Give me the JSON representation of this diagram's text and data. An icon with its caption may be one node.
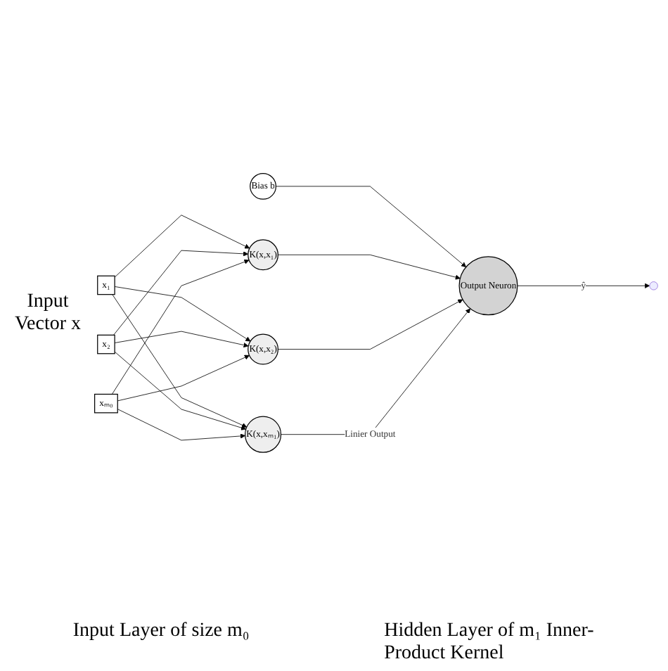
{
  "diagram": {
    "nodes": [
      {
        "text": [
          "Bias b"
        ]
      },
      {
        "text": [
          "x₁"
        ]
      },
      {
        "text": [
          "x₂"
        ]
      },
      {
        "text": [
          "xₘ₀"
        ]
      },
      {
        "text": [
          "K(x,x₁)"
        ]
      },
      {
        "text": [
          "K(x,x₂)"
        ]
      },
      {
        "text": [
          "K(x,xₘ₁)"
        ]
      },
      {
        "text": [
          "Output Neuron"
        ]
      }
    ],
    "edges": [
      {
        "from": 1,
        "to": 4,
        "arrow": "to"
      },
      {
        "from": 1,
        "to": 5,
        "arrow": "to"
      },
      {
        "from": 1,
        "to": 6,
        "arrow": "to"
      },
      {
        "from": 2,
        "to": 4,
        "arrow": "to"
      },
      {
        "from": 2,
        "to": 5,
        "arrow": "to"
      },
      {
        "from": 2,
        "to": 6,
        "arrow": "to"
      },
      {
        "from": 3,
        "to": 4,
        "arrow": "to"
      },
      {
        "from": 3,
        "to": 5,
        "arrow": "to"
      },
      {
        "from": 3,
        "to": 6,
        "arrow": "to"
      },
      {
        "from": 0,
        "to": 7,
        "arrow": "to"
      },
      {
        "from": 4,
        "to": 7,
        "arrow": "to"
      },
      {
        "from": 5,
        "to": 7,
        "arrow": "to"
      },
      {
        "from": 6,
        "to": 7,
        "arrow": "to",
        "label": "Linier Output"
      },
      {
        "from": 7,
        "to": null,
        "arrow": "to",
        "label": "ŷ"
      }
    ],
    "labels": [
      "Input Vector x",
      "Input Layer of size m₀",
      "Hidden Layer of m₁ Inner-Product Kernel"
    ]
  }
}
